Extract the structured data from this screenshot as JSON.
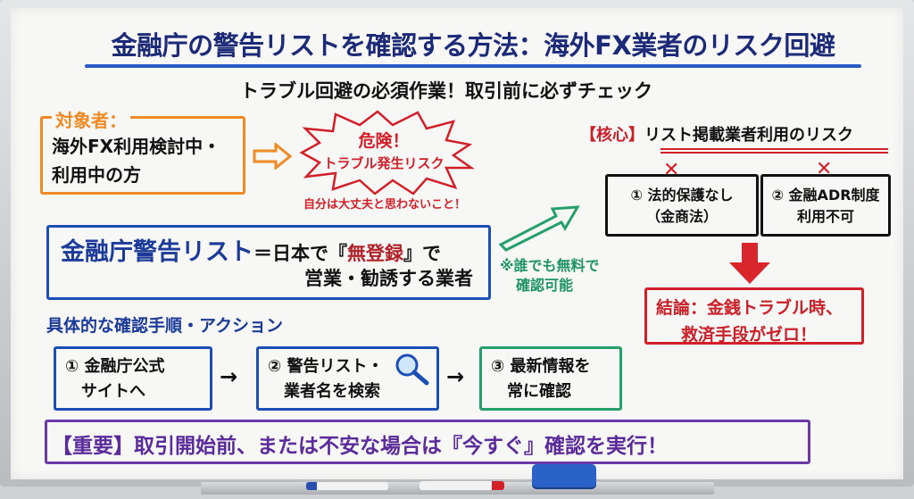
{
  "title": "金融庁の警告リストを確認する方法：海外FX業者のリスク回避",
  "subtitle": "トラブル回避の必須作業！取引前に必ずチェック",
  "target": {
    "label": "対象者：",
    "line1": "海外FX利用検討中・",
    "line2": "利用中の方"
  },
  "danger": {
    "title": "危険！",
    "text": "トラブル発生リスク",
    "note": "自分は大丈夫と思わないこと！"
  },
  "definition": {
    "term": "金融庁警告リスト",
    "eq": "＝日本で",
    "q_open": "『",
    "keyword": "無登録",
    "q_close": "』",
    "tail": "で",
    "line2": "営業・勧誘する業者"
  },
  "free_note": {
    "line1": "※誰でも無料で",
    "line2": "確認可能"
  },
  "core": {
    "tag": "【核心】",
    "heading": "リスト掲載業者利用のリスク",
    "items": [
      {
        "mark": "✕",
        "line1": "① 法的保護なし",
        "line2": "（金商法）"
      },
      {
        "mark": "✕",
        "line1": "② 金融ADR制度",
        "line2": "利用不可"
      }
    ],
    "conclusion_line1": "結論：金銭トラブル時、",
    "conclusion_line2": "救済手段がゼロ！"
  },
  "steps": {
    "heading": "具体的な確認手順・アクション",
    "arrow": "→",
    "items": [
      {
        "line1": "① 金融庁公式",
        "line2": "サイトへ"
      },
      {
        "line1": "② 警告リスト・",
        "line2": "業者名を検索"
      },
      {
        "line1": "③ 最新情報を",
        "line2": "常に確認"
      }
    ]
  },
  "important": "【重要】取引開始前、または不安な場合は『今すぐ』確認を実行！",
  "colors": {
    "navy": "#1c2a78",
    "orange": "#ef8a24",
    "red": "#d2202a",
    "green": "#26a06a",
    "purple": "#6b3aa8",
    "blue": "#1b4fb6"
  }
}
